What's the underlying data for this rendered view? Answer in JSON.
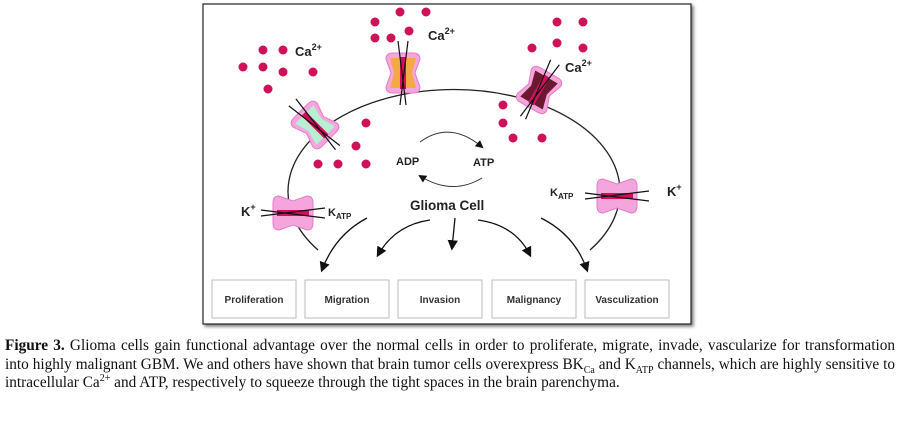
{
  "figure": {
    "cell_label": "Glioma Cell",
    "adp": "ADP",
    "atp": "ATP",
    "calcium": {
      "base": "Ca",
      "charge": "2+"
    },
    "potassium": {
      "base": "K",
      "charge": "+"
    },
    "katp": {
      "base": "K",
      "sub": "ATP"
    },
    "outcomes": [
      "Proliferation",
      "Migration",
      "Invasion",
      "Malignancy",
      "Vasculization"
    ],
    "colors": {
      "dot": "#d1105a",
      "channel_outer": "#f4a6dc",
      "channel_green": "#b5f0d2",
      "channel_orange": "#f5a945",
      "channel_dark": "#6b1830"
    }
  },
  "caption": {
    "label": "Figure 3.",
    "part1": " Glioma cells gain functional advantage over the normal cells in order to proliferate, migrate, invade, vascularize for transformation into highly malignant GBM. We and others have shown that brain tumor cells overexpress BK",
    "bk_sub": "Ca",
    "part2": " and K",
    "k_sub": "ATP",
    "part3": " channels, which are highly sensitive to intracellular Ca",
    "ca_sup": "2+",
    "part4": " and ATP, respectively to squeeze through the tight spaces in the brain parenchyma."
  }
}
